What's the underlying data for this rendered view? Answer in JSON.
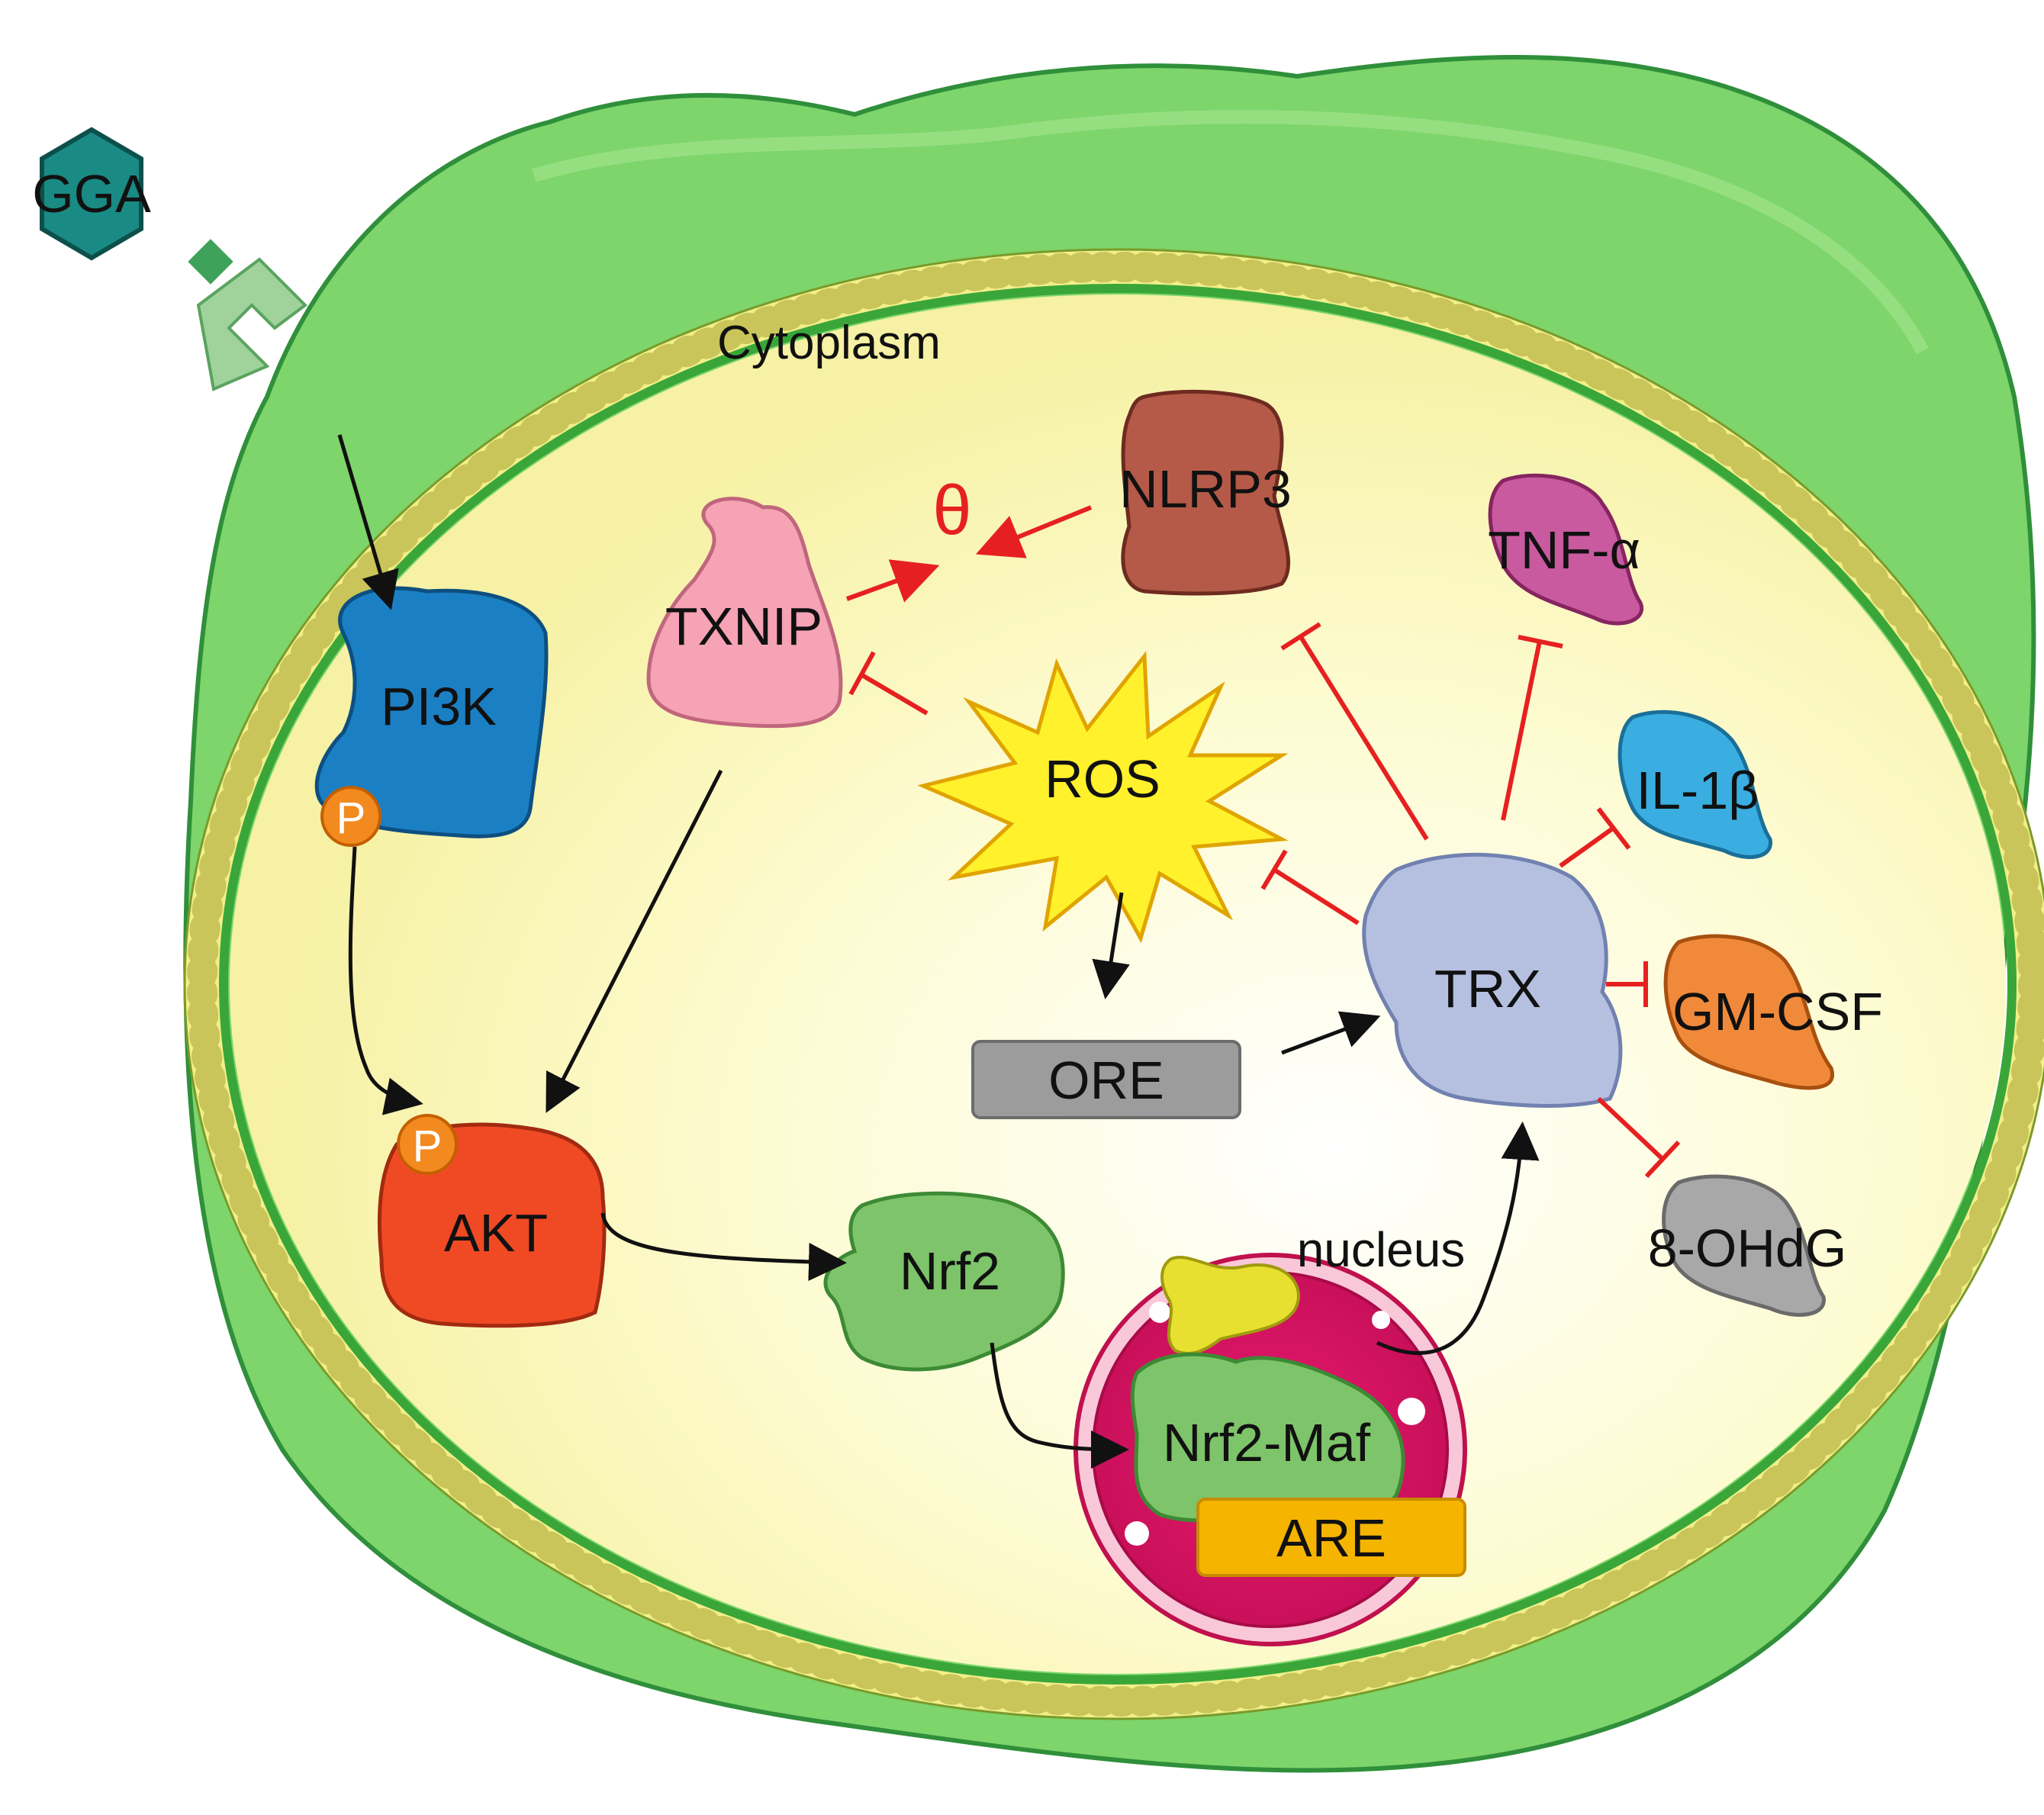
{
  "labels": {
    "gga": "GGA",
    "cytoplasm": "Cytoplasm",
    "pi3k": "PI3K",
    "p1": "P",
    "p2": "P",
    "akt": "AKT",
    "txnip": "TXNIP",
    "nlrp3": "NLRP3",
    "theta": "θ",
    "ros": "ROS",
    "ore": "ORE",
    "trx": "TRX",
    "nrf2": "Nrf2",
    "nucleus": "nucleus",
    "nrf2maf": "Nrf2-Maf",
    "are": "ARE",
    "tnfa": "TNF-α",
    "il1b": "IL-1β",
    "gmcsf": "GM-CSF",
    "ohdg": "8-OHdG"
  },
  "colors": {
    "membrane_outer": "#7dd56b",
    "membrane_bead": "#f2ef8a",
    "membrane_line": "#3aa63a",
    "cytoplasm": "#fbf8b4",
    "pi3k": "#1b7fc4",
    "akt": "#f04a25",
    "phospho": "#f28a1f",
    "txnip": "#f5a3b5",
    "nlrp3": "#b55a48",
    "ros": "#fff12b",
    "ore": "#9c9c9c",
    "trx": "#b5c0e0",
    "nrf2": "#7ec46a",
    "nucleus": "#e01866",
    "are": "#f5b400",
    "tnfa": "#c95aa0",
    "il1b": "#3aaee0",
    "gmcsf": "#f08a3a",
    "ohdg": "#a8a8a8",
    "gga": "#1a8a84",
    "inhibition": "#e62020"
  }
}
